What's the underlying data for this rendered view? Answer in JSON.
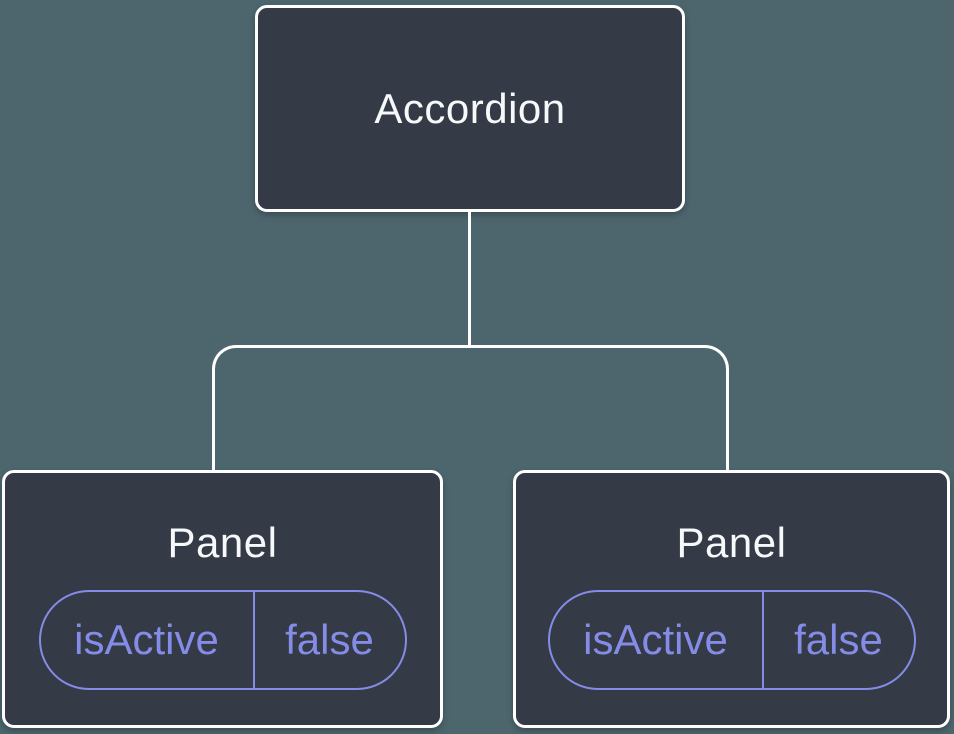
{
  "diagram": {
    "type": "component-tree",
    "colors": {
      "background": "#4d666e",
      "node_fill": "#343a46",
      "node_border": "#ffffff",
      "node_text": "#f7f8fa",
      "state_accent": "#858ce7"
    },
    "root": {
      "label": "Accordion"
    },
    "children": [
      {
        "label": "Panel",
        "state": {
          "key": "isActive",
          "value": "false"
        }
      },
      {
        "label": "Panel",
        "state": {
          "key": "isActive",
          "value": "false"
        }
      }
    ]
  }
}
